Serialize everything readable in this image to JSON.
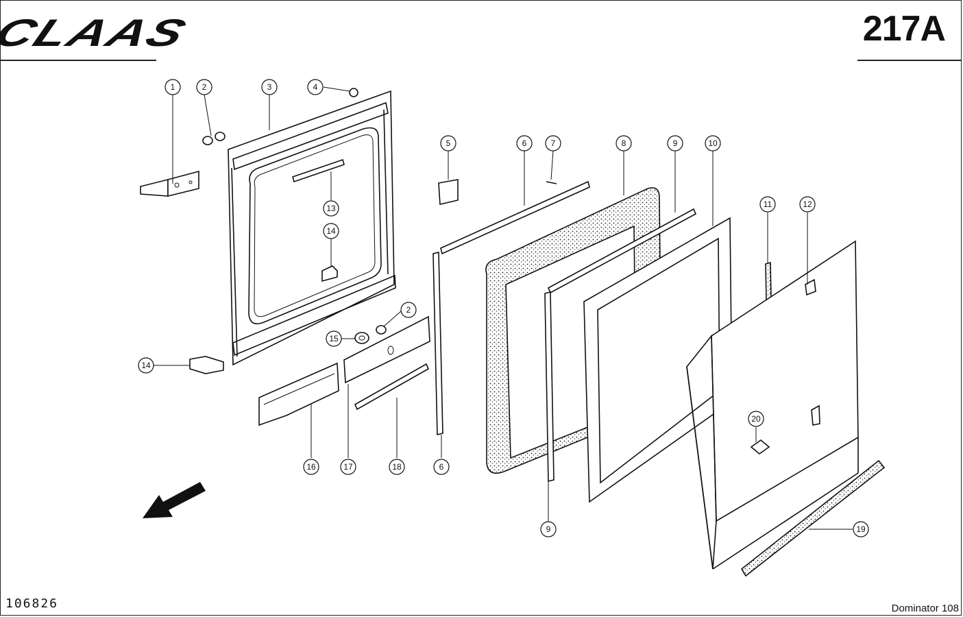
{
  "header": {
    "brand_logo": "CLAAS",
    "page_number": "217A"
  },
  "footer": {
    "drawing_number": "106826",
    "model": "Dominator 108"
  },
  "callouts": [
    {
      "label": "1"
    },
    {
      "label": "2"
    },
    {
      "label": "3"
    },
    {
      "label": "4"
    },
    {
      "label": "5"
    },
    {
      "label": "6"
    },
    {
      "label": "7"
    },
    {
      "label": "8"
    },
    {
      "label": "9"
    },
    {
      "label": "10"
    },
    {
      "label": "11"
    },
    {
      "label": "12"
    },
    {
      "label": "13"
    },
    {
      "label": "14"
    },
    {
      "label": "14"
    },
    {
      "label": "2"
    },
    {
      "label": "15"
    },
    {
      "label": "16"
    },
    {
      "label": "17"
    },
    {
      "label": "18"
    },
    {
      "label": "6"
    },
    {
      "label": "9"
    },
    {
      "label": "20"
    },
    {
      "label": "19"
    }
  ],
  "icons": {
    "direction_arrow": "arrow-down-left-icon"
  }
}
